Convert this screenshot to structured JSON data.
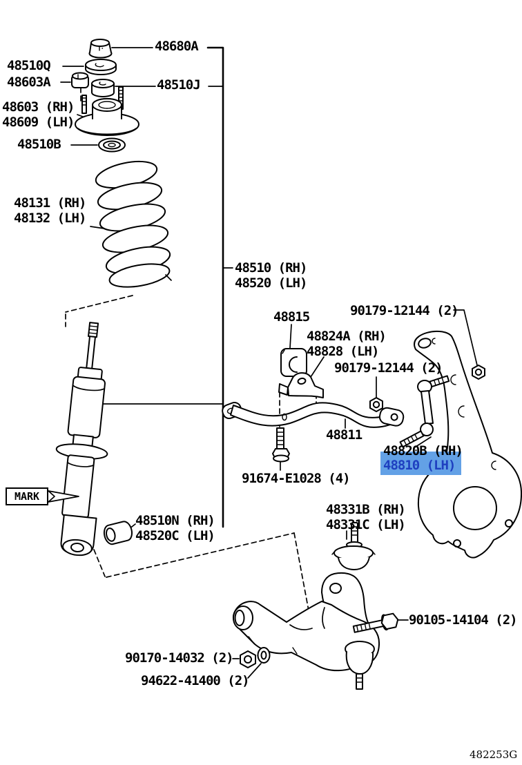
{
  "diagram_code": "482253G",
  "highlight": {
    "bg": "#63a1e6",
    "text": "#1e3fc0"
  },
  "mark_label": "MARK",
  "parts": {
    "p48680a": "48680A",
    "p48510q": "48510Q",
    "p48603a": "48603A",
    "p48510j": "48510J",
    "p48603_rh": "48603 (RH)",
    "p48609_lh": "48609 (LH)",
    "p48510b": "48510B",
    "p48131_rh": "48131 (RH)",
    "p48132_lh": "48132 (LH)",
    "p48510_rh": "48510 (RH)",
    "p48520_lh": "48520 (LH)",
    "p48815": "48815",
    "p90179_a": "90179-12144 (2)",
    "p48824a_rh": "48824A (RH)",
    "p48828_lh": "48828 (LH)",
    "p90179_b": "90179-12144 (2)",
    "p48811": "48811",
    "p48820b_rh": "48820B (RH)",
    "p48810_lh": "48810 (LH)",
    "p91674": "91674-E1028 (4)",
    "p48331b_rh": "48331B (RH)",
    "p48331c_lh": "48331C (LH)",
    "p48510n_rh": "48510N (RH)",
    "p48520c_lh": "48520C (LH)",
    "p90105": "90105-14104 (2)",
    "p90170": "90170-14032 (2)",
    "p94622": "94622-41400 (2)"
  }
}
